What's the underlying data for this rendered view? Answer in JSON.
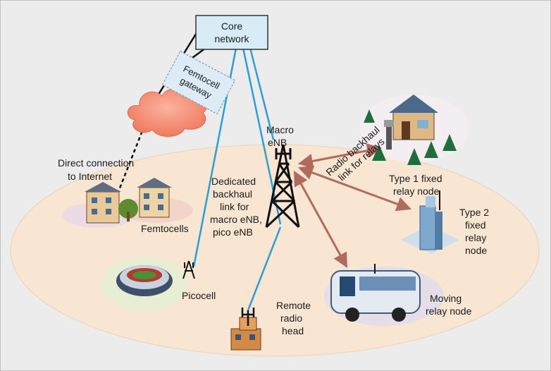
{
  "labels": {
    "core_line1": "Core",
    "core_line2": "network",
    "gw_line1": "Femtocell",
    "gw_line2": "gateway",
    "direct_line1": "Direct connection",
    "direct_line2": "to Internet",
    "femtocells": "Femtocells",
    "macro_line1": "Macro",
    "macro_line2": "eNB",
    "radio_line1": "Radio backhaul",
    "radio_line2": "link for relays",
    "dedicated_line1": "Dedicated",
    "dedicated_line2": "backhaul",
    "dedicated_line3": "link for",
    "dedicated_line4": "macro eNB,",
    "dedicated_line5": "pico eNB",
    "type1_line1": "Type 1 fixed",
    "type1_line2": "relay node",
    "type2_line1": "Type 2",
    "type2_line2": "fixed",
    "type2_line3": "relay",
    "type2_line4": "node",
    "picocell": "Picocell",
    "rrh_line1": "Remote",
    "rrh_line2": "radio",
    "rrh_line3": "head",
    "moving_line1": "Moving",
    "moving_line2": "relay node"
  },
  "colors": {
    "background": "#ececec",
    "coverage": "#f9e6d2",
    "core_box": "#d7ecf7",
    "backhaul_line": "#2a9fd6",
    "radio_arrow": "#b06a5e",
    "cloud": "#f6866d",
    "tower": "#111111"
  }
}
